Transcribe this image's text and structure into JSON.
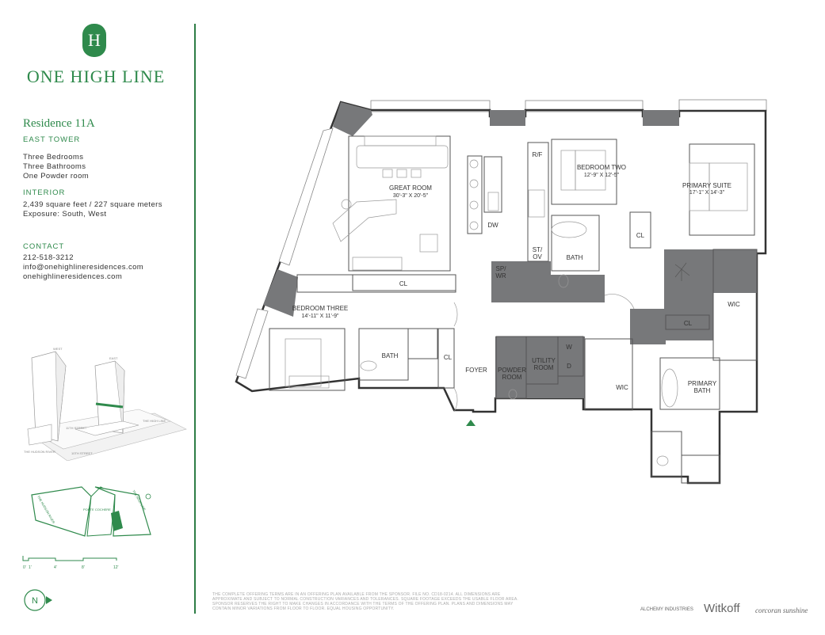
{
  "brand": {
    "mark": "H",
    "name": "ONE HIGH LINE"
  },
  "residence": {
    "title": "Residence 11A",
    "tower": "EAST TOWER",
    "features": [
      "Three Bedrooms",
      "Three Bathrooms",
      "One Powder room"
    ]
  },
  "interior": {
    "heading": "INTERIOR",
    "area": "2,439 square feet / 227 square meters",
    "exposure": "Exposure: South, West"
  },
  "contact": {
    "heading": "CONTACT",
    "phone": "212-518-3212",
    "email": "info@onehighlineresidences.com",
    "web": "onehighlineresidences.com"
  },
  "rooms": {
    "great_room": {
      "name": "GREAT ROOM",
      "dims": "30'-3\" X 20'-5\""
    },
    "bedroom_two": {
      "name": "BEDROOM TWO",
      "dims": "12'-9\" X 12'-5\""
    },
    "primary_suite": {
      "name": "PRIMARY SUITE",
      "dims": "17'-1\" X 14'-3\""
    },
    "bedroom_three": {
      "name": "BEDROOM THREE",
      "dims": "14'-11\" X 11'-9\""
    },
    "rf": "R/F",
    "dw": "DW",
    "stov_1": "ST/",
    "stov_2": "OV",
    "spwr_1": "SP/",
    "spwr_2": "WR",
    "bath": "BATH",
    "bath_b3": "BATH",
    "cl_b2": "CL",
    "cl_b3": "CL",
    "cl_hall": "CL",
    "cl_primary": "CL",
    "wic_right": "WIC",
    "wic_center": "WIC",
    "foyer": "FOYER",
    "powder_1": "POWDER",
    "powder_2": "ROOM",
    "utility_1": "UTILITY",
    "utility_2": "ROOM",
    "w": "W",
    "d": "D",
    "primary_bath_1": "PRIMARY",
    "primary_bath_2": "BATH"
  },
  "key_map": {
    "labels": [
      "WEST",
      "EAST",
      "THE HIGH LINE",
      "THE HUDSON RIVER",
      "10TH STREET",
      "11TH STREET"
    ]
  },
  "site_map": {
    "labels": [
      "THE HUDSON RIVER",
      "PORTE COCHERE",
      "THE HIGH LINE"
    ]
  },
  "scale": {
    "ticks": [
      "0'",
      "1'",
      "4'",
      "8'",
      "12'"
    ]
  },
  "compass": "N",
  "disclaimer": "THE COMPLETE OFFERING TERMS ARE IN AN OFFERING PLAN AVAILABLE FROM THE SPONSOR. FILE NO. CD18-0214. ALL DIMENSIONS ARE APPROXIMATE AND SUBJECT TO NORMAL CONSTRUCTION VARIANCES AND TOLERANCES. SQUARE FOOTAGE EXCEEDS THE USABLE FLOOR AREA. SPONSOR RESERVES THE RIGHT TO MAKE CHANGES IN ACCORDANCE WITH THE TERMS OF THE OFFERING PLAN. PLANS AND DIMENSIONS MAY CONTAIN MINOR VARIATIONS FROM FLOOR TO FLOOR. EQUAL HOUSING OPPORTUNITY.",
  "partners": [
    "ALCHEMY INDUSTRIES",
    "Witkoff",
    "corcoran sunshine"
  ]
}
